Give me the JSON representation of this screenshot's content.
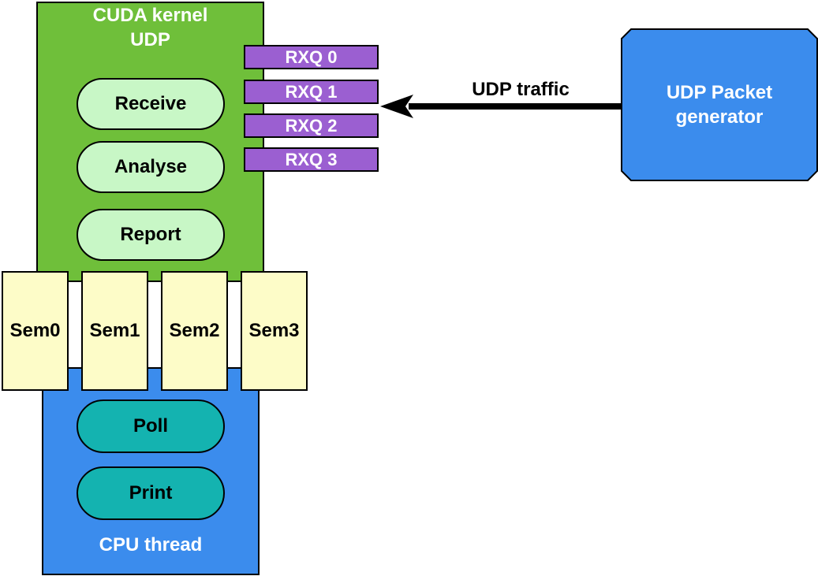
{
  "cuda_kernel": {
    "title_line1": "CUDA kernel",
    "title_line2": "UDP",
    "color": "#6fbf3a",
    "stages": [
      "Receive",
      "Analyse",
      "Report"
    ],
    "stage_color": "#c8f7c6"
  },
  "rx_queues": {
    "labels": [
      "RXQ 0",
      "RXQ 1",
      "RXQ 2",
      "RXQ 3"
    ],
    "color": "#9b5fd1"
  },
  "semaphores": {
    "labels": [
      "Sem0",
      "Sem1",
      "Sem2",
      "Sem3"
    ],
    "color": "#fdfcc8"
  },
  "cpu_thread": {
    "title": "CPU thread",
    "color": "#3b8ced",
    "stages": [
      "Poll",
      "Print"
    ],
    "stage_color": "#14b3b0"
  },
  "generator": {
    "label_line1": "UDP Packet",
    "label_line2": "generator",
    "color": "#3b8ced"
  },
  "traffic": {
    "label": "UDP traffic"
  }
}
